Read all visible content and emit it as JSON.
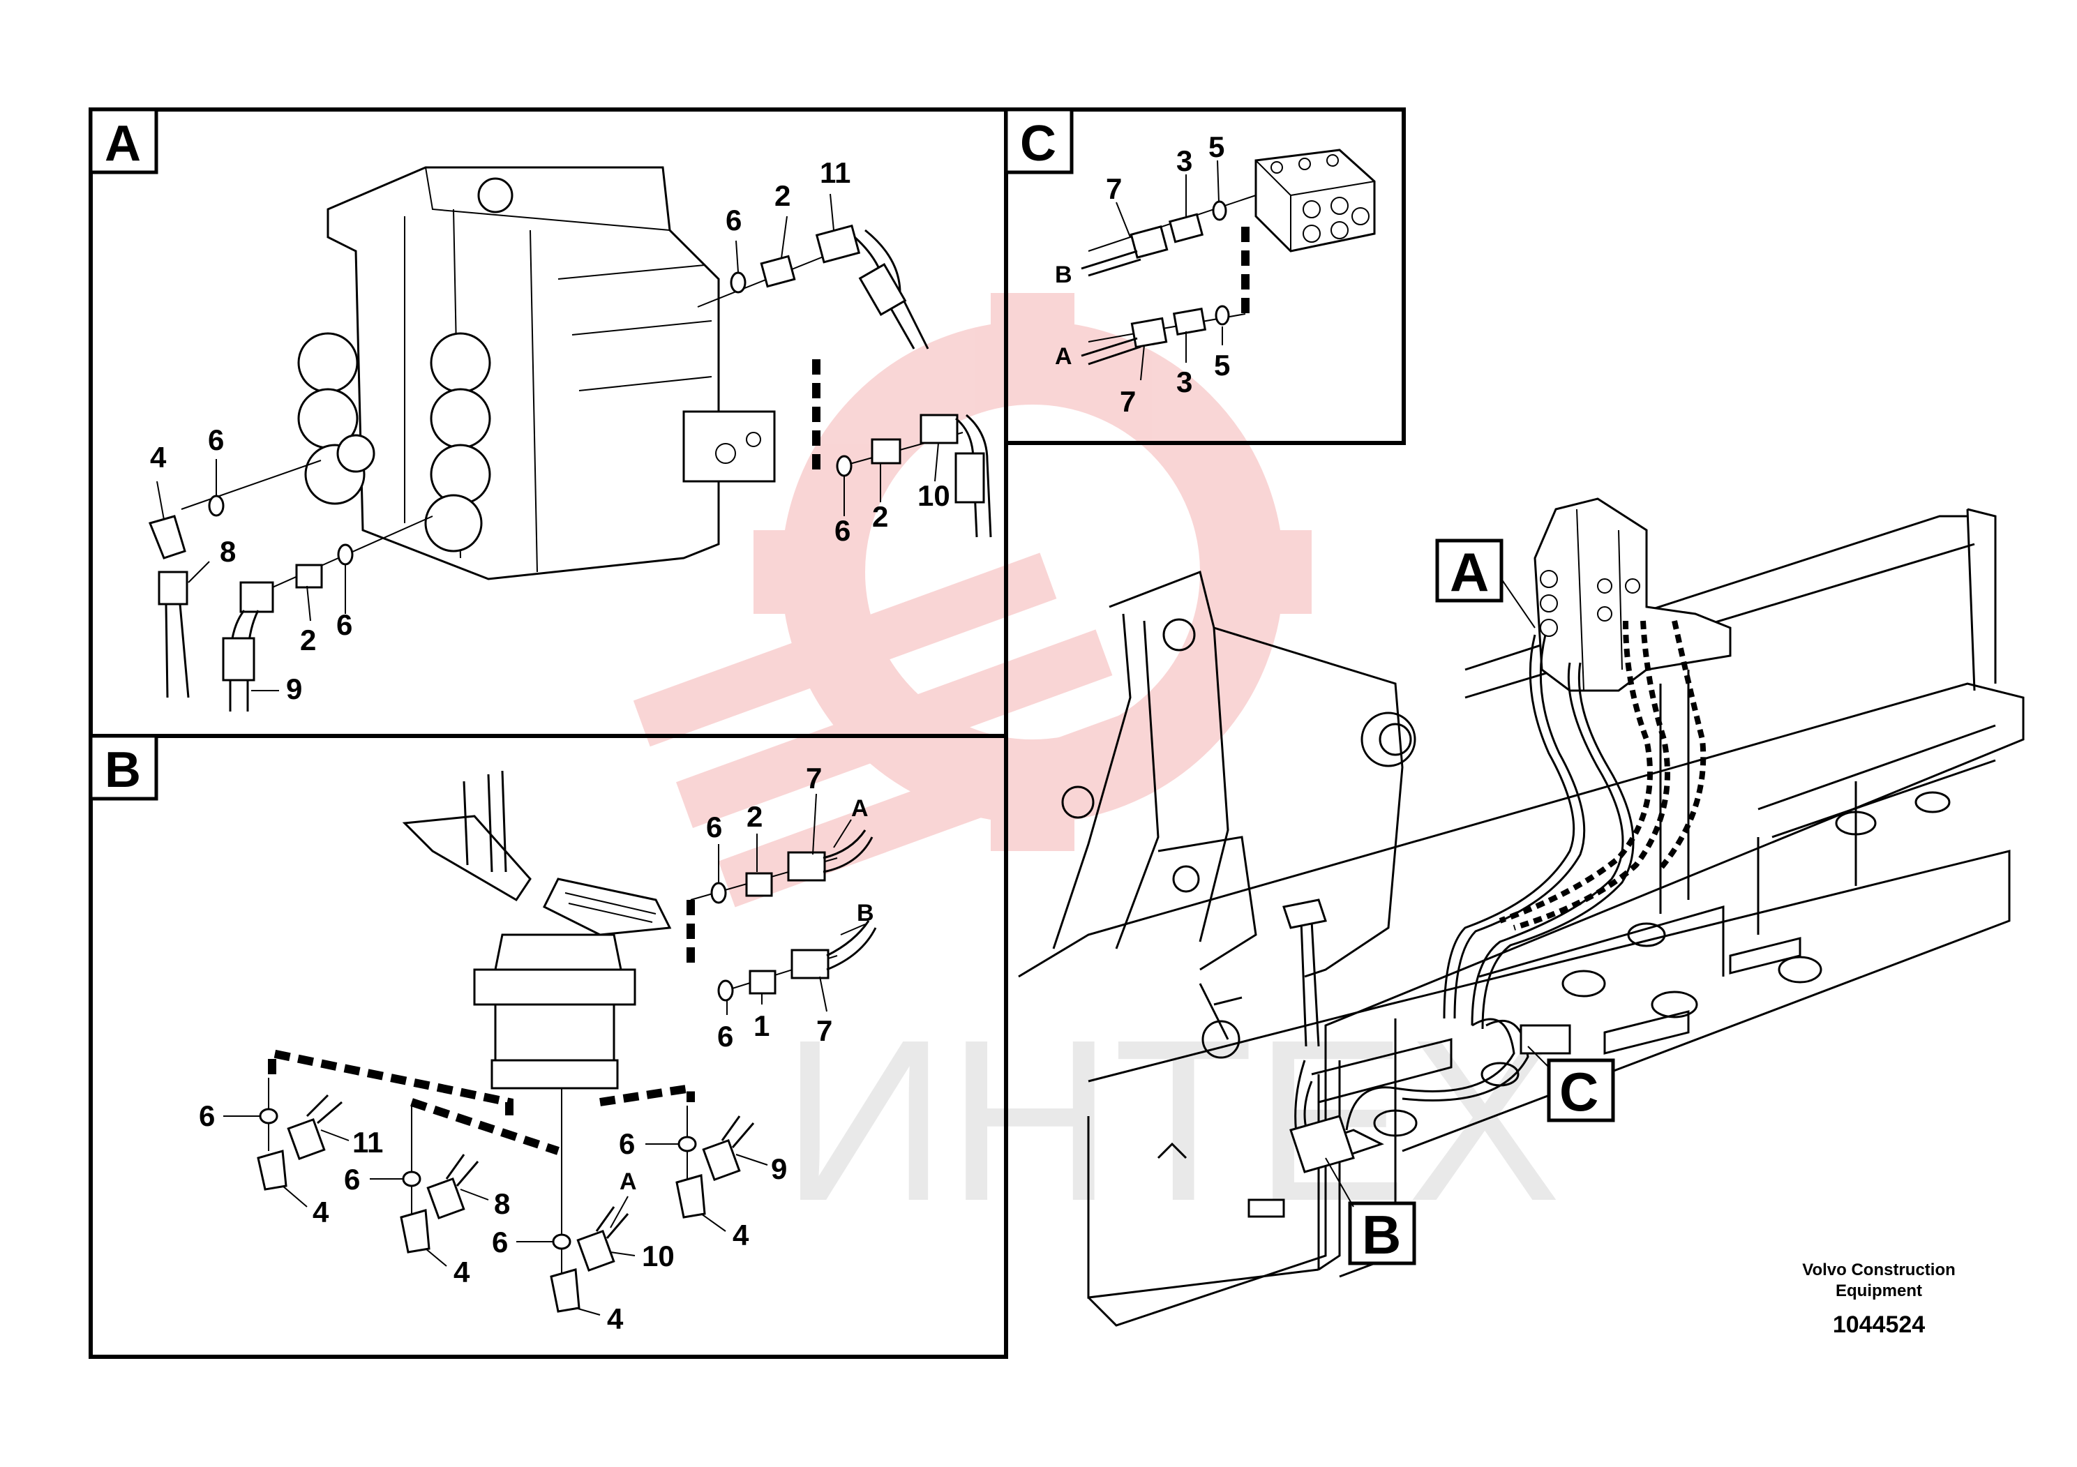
{
  "panels": {
    "a": {
      "letter": "A"
    },
    "b": {
      "letter": "B"
    },
    "c": {
      "letter": "C"
    }
  },
  "labels_a": [
    "11",
    "6",
    "2",
    "6",
    "4",
    "8",
    "2",
    "6",
    "9",
    "6",
    "2",
    "10"
  ],
  "labels_b": [
    "7",
    "A",
    "2",
    "6",
    "B",
    "7",
    "6",
    "1",
    "6",
    "11",
    "4",
    "6",
    "8",
    "4",
    "6",
    "9",
    "4",
    "A",
    "6",
    "10",
    "4"
  ],
  "labels_c": [
    "7",
    "3",
    "5",
    "B",
    "A",
    "7",
    "3",
    "5"
  ],
  "callouts": {
    "a": "A",
    "b": "B",
    "c": "C"
  },
  "watermark": {
    "text": "ИНТЕХ",
    "color": "#f5c4c4"
  },
  "credit": {
    "line1": "Volvo Construction",
    "line2": "Equipment"
  },
  "doc_number": "1044524"
}
